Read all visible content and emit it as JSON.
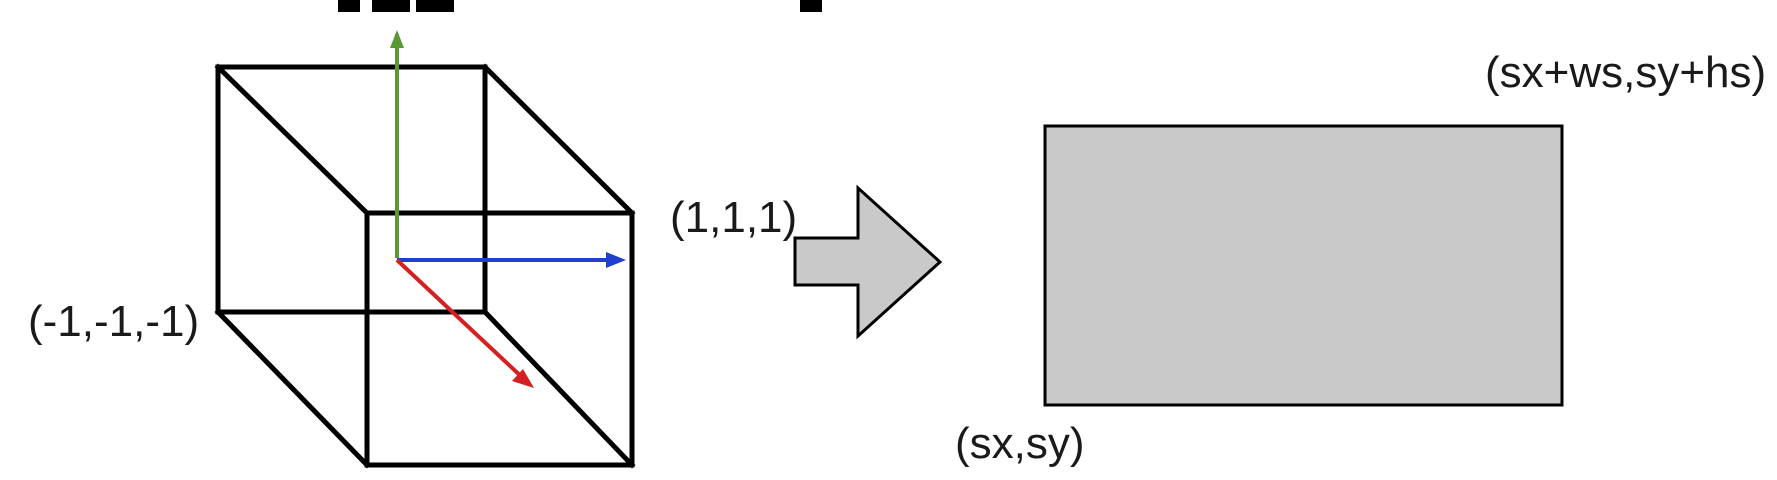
{
  "diagram": {
    "labels": {
      "cube_min_corner": "(-1,-1,-1)",
      "cube_max_corner": "(1,1,1)",
      "viewport_origin": "(sx,sy)",
      "viewport_far_corner": "(sx+ws,sy+hs)"
    },
    "colors": {
      "cube_edges": "#000000",
      "y_axis": "#5a9a34",
      "x_axis": "#1f3fcc",
      "z_axis": "#d42020",
      "viewport_fill": "#c9c9c9",
      "arrow_fill": "#c9c9c9",
      "text": "#1a1a1a"
    }
  }
}
